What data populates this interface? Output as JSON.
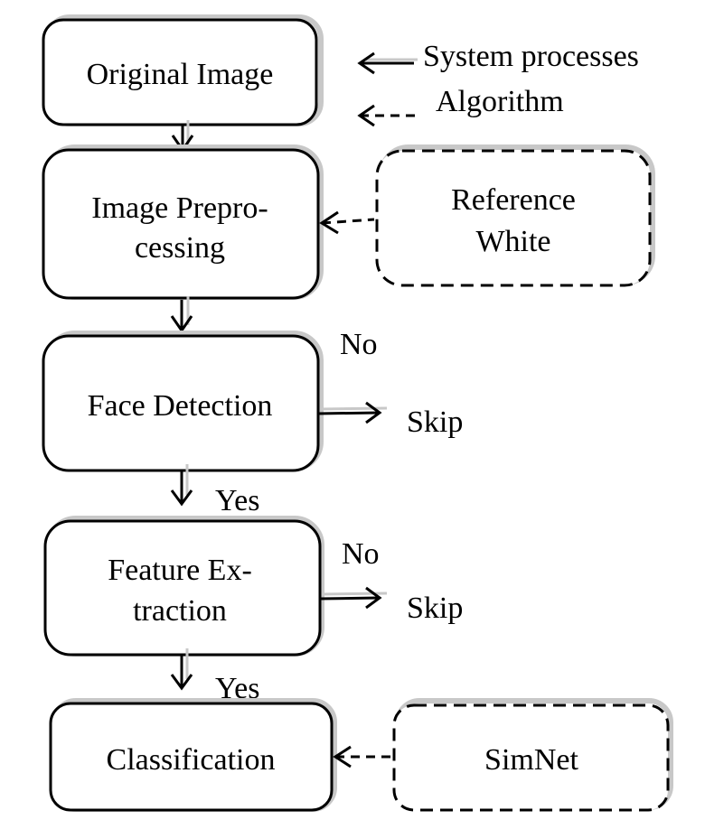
{
  "legend": {
    "solid_label": "System processes",
    "dashed_label": "Algorithm"
  },
  "nodes": {
    "original_image": {
      "lines": [
        "Original Image"
      ]
    },
    "image_preprocessing": {
      "lines": [
        "Image Prepro-",
        "cessing"
      ]
    },
    "reference_white": {
      "lines": [
        "Reference",
        "White"
      ]
    },
    "face_detection": {
      "lines": [
        "Face Detection"
      ]
    },
    "feature_extraction": {
      "lines": [
        "Feature Ex-",
        "traction"
      ]
    },
    "classification": {
      "lines": [
        "Classification"
      ]
    },
    "simnet": {
      "lines": [
        "SimNet"
      ]
    }
  },
  "edge_labels": {
    "face_no": "No",
    "face_skip": "Skip",
    "face_yes": "Yes",
    "feature_no": "No",
    "feature_skip": "Skip",
    "feature_yes": "Yes"
  }
}
